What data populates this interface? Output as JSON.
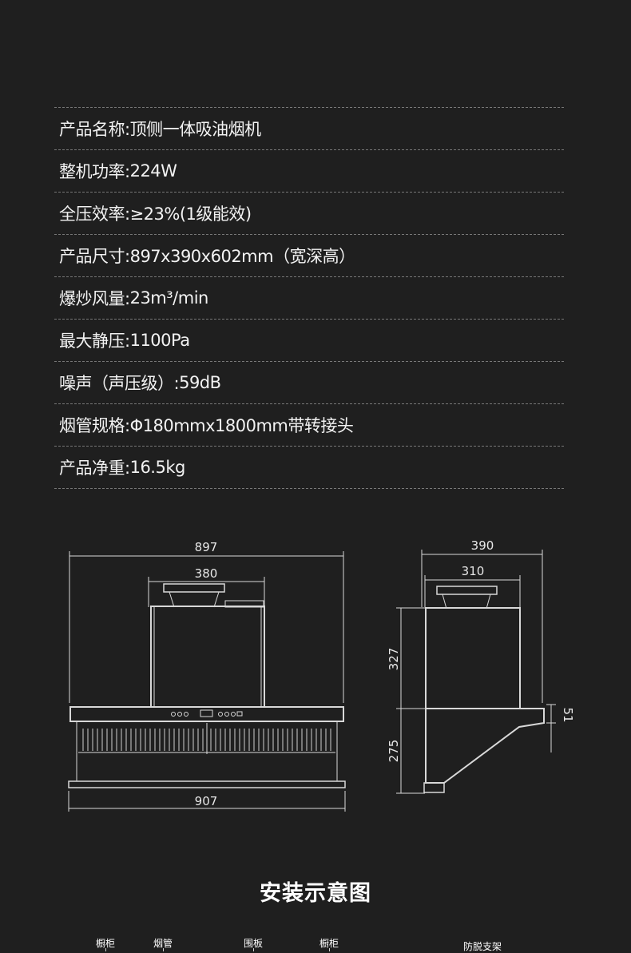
{
  "specs": [
    {
      "label": "产品名称:",
      "value": "顶侧一体吸油烟机"
    },
    {
      "label": "整机功率:",
      "value": "224W"
    },
    {
      "label": "全压效率:",
      "value": "≥23%(1级能效)"
    },
    {
      "label": "产品尺寸:",
      "value": "897x390x602mm（宽深高）"
    },
    {
      "label": "爆炒风量:",
      "value": "23m³/min"
    },
    {
      "label": "最大静压:",
      "value": "1100Pa"
    },
    {
      "label": "噪声（声压级）:",
      "value": "59dB"
    },
    {
      "label": "烟管规格:",
      "value": "Φ180mmx1800mm带转接头"
    },
    {
      "label": "产品净重:",
      "value": "16.5kg"
    }
  ],
  "front_view": {
    "width_top": "897",
    "width_inner": "380",
    "width_bottom": "907"
  },
  "side_view": {
    "depth_top": "390",
    "depth_inner": "310",
    "height_upper": "327",
    "height_lower": "275",
    "height_right": "51"
  },
  "install": {
    "title": "安装示意图",
    "labels": [
      "橱柜",
      "烟管",
      "围板",
      "橱柜",
      "防脱支架"
    ]
  },
  "colors": {
    "background": "#1f1f1f",
    "line": "#d8d8d8",
    "divider": "#777777"
  }
}
